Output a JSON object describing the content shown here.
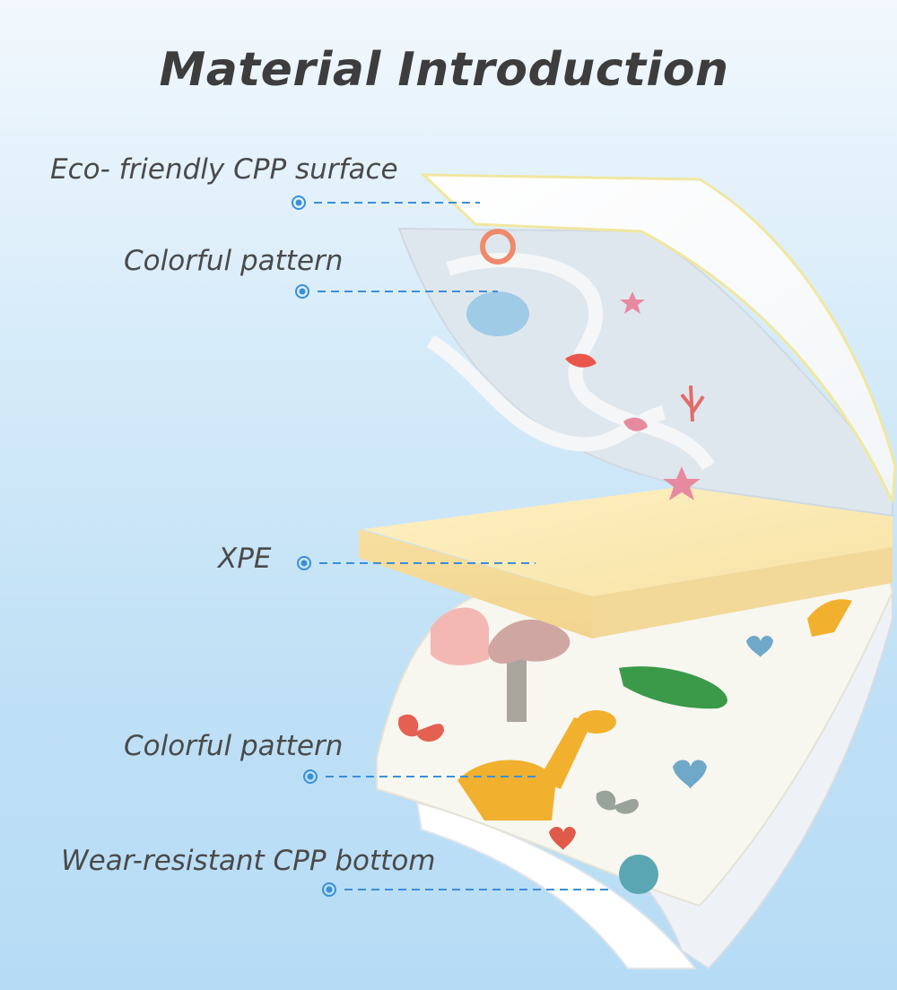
{
  "title": "Material Introduction",
  "layers": [
    {
      "label": "Eco- friendly CPP surface"
    },
    {
      "label": "Colorful pattern"
    },
    {
      "label": "XPE"
    },
    {
      "label": "Colorful pattern"
    },
    {
      "label": "Wear-resistant CPP bottom"
    }
  ],
  "colors": {
    "accent": "#3a8fd6",
    "title_text": "#3d3d3d",
    "label_text": "#4a4a4a",
    "xpe_foam": "#fbe7b2",
    "cpp_sheet": "#ffffff",
    "ocean_pattern": "#dfe7ee",
    "animal_pattern": "#f7f6ef"
  }
}
